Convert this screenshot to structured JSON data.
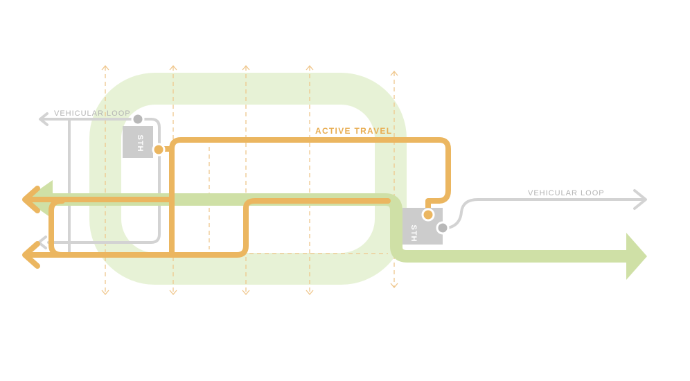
{
  "labels": {
    "vehicular_loop_left": "VEHICULAR LOOP",
    "vehicular_loop_right": "VEHICULAR LOOP",
    "active_travel": "ACTIVE TRAVEL",
    "sth_left": "STH",
    "sth_right": "STH"
  },
  "colors": {
    "green_loop": "#e7f2d6",
    "green_route": "#cfe0a6",
    "orange_route": "#ebb660",
    "orange_dashed": "#efc68b",
    "grey_route": "#d3d3d3",
    "grey_block": "#cccccc",
    "grey_node": "#b8b8b8",
    "label_grey": "#b3b3b3",
    "label_orange": "#e8ad52"
  }
}
